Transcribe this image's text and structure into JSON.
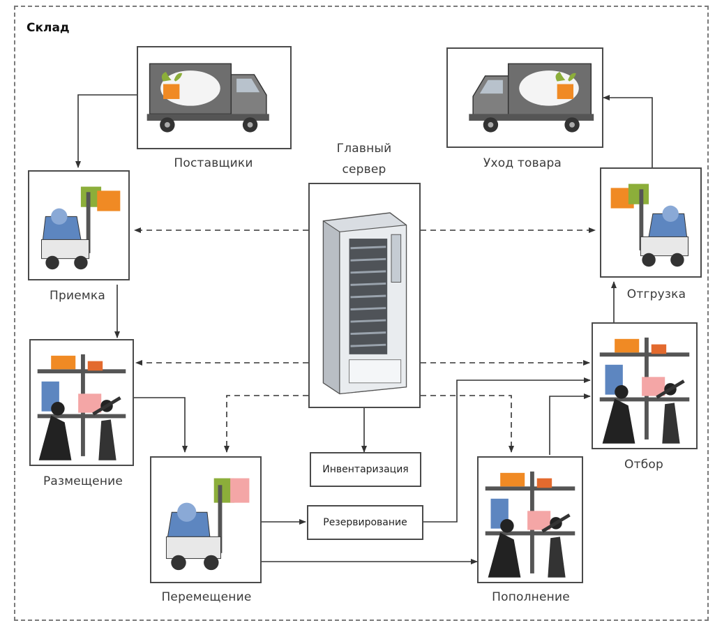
{
  "title": "Склад",
  "server": {
    "label": "Главный сервер"
  },
  "nodes": {
    "suppliers": "Поставщики",
    "outbound": "Уход товара",
    "receiving": "Приемка",
    "shipping": "Отгрузка",
    "putaway": "Размещение",
    "picking": "Отбор",
    "moving": "Перемещение",
    "replenishment": "Пополнение"
  },
  "tasks": {
    "inventory": "Инвентаризация",
    "reservation": "Резервирование"
  },
  "colors": {
    "frame": "#7a7a7a",
    "line": "#333333",
    "box_orange": "#f08a24",
    "box_green": "#8cae3a",
    "box_pink": "#f4a6a6",
    "machine_blue": "#5d86c0",
    "truck_grey": "#7f7f7f"
  },
  "icons": {
    "truck": "delivery-truck-icon",
    "forklift": "forklift-icon",
    "picker": "warehouse-worker-icon",
    "server": "server-rack-icon"
  }
}
